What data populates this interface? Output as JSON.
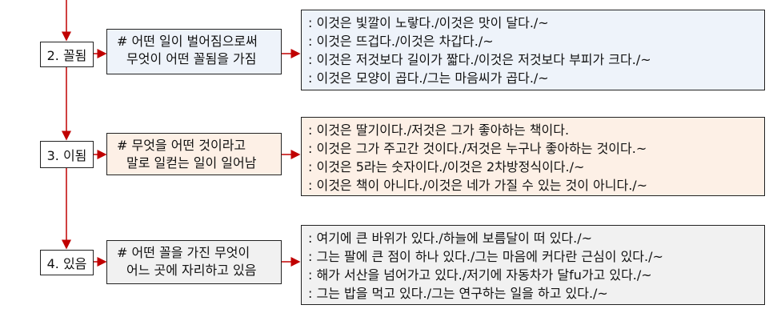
{
  "rows": [
    {
      "label": "2. 꼴됨",
      "desc_line1": "# 어떤 일이 벌어짐으로써",
      "desc_line2": "무엇이 어떤 꼴됨을 가짐",
      "examples": [
        ": 이것은 빛깔이 노랗다./이것은 맛이 달다./~",
        ": 이것은 뜨겁다./이것은 차갑다./~",
        ": 이것은 저것보다 길이가 짧다./이것은 저것보다 부피가 크다./~",
        ": 이것은 모양이 곱다./그는 마음씨가 곱다./~"
      ]
    },
    {
      "label": "3. 이됨",
      "desc_line1": "# 무엇을 어떤 것이라고",
      "desc_line2": "말로 일컫는 일이 일어남",
      "examples": [
        ": 이것은 딸기이다./저것은 그가 좋아하는 책이다.",
        ": 이것은 그가 주고간 것이다./저것은 누구나 좋아하는 것이다.~",
        ": 이것은 5라는 숫자이다./이것은 2차방정식이다./~",
        ": 이것은 책이 아니다./이것은 네가 가질 수 있는 것이 아니다./~"
      ]
    },
    {
      "label": "4. 있음",
      "desc_line1": "# 어떤 꼴을 가진 무엇이",
      "desc_line2": "어느 곳에 자리하고 있음",
      "examples": [
        ": 여기에 큰 바위가 있다./하늘에 보름달이 떠 있다./~",
        ": 그는 팔에 큰 점이 하나 있다./그는 마음에 커다란 근심이 있다./~",
        ": 해가 서산을 넘어가고 있다./저기에 자동차가 달fu가고 있다./~",
        ": 그는 밥을 먹고 있다./그는 연구하는 일을 하고 있다./~"
      ]
    }
  ],
  "colors": {
    "arrow": "#c00000",
    "border": "#222222",
    "row1_bg": "#eef3fa",
    "row2_bg": "#fdf0e6",
    "row3_bg": "#f1f1f1"
  }
}
